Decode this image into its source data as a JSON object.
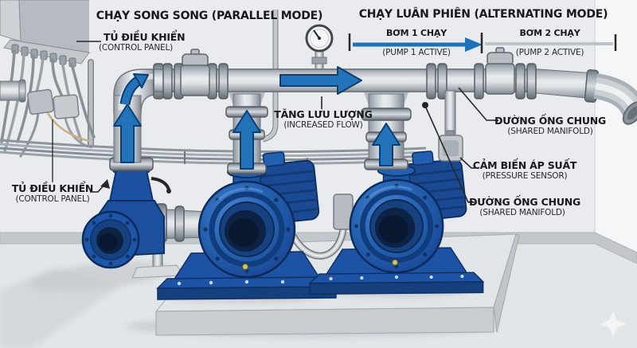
{
  "titles": {
    "parallel": "CHẠY SONG SONG (PARALLEL MODE)",
    "alternating": "CHẠY LUÂN PHIÊN (ALTERNATING MODE)"
  },
  "timeline": {
    "pump1_vi": "BƠM 1 CHẠY",
    "pump1_en": "(PUMP 1 ACTIVE)",
    "pump2_vi": "BƠM 2 CHẠY",
    "pump2_en": "(PUMP 2 ACTIVE)"
  },
  "labels": {
    "control_panel_top": {
      "vi": "TỦ ĐIỀU KHIỂN",
      "en": "(CONTROL PANEL)"
    },
    "control_panel_bottom": {
      "vi": "TỦ ĐIỀU KHIỂN",
      "en": "(CONTROL PANEL)"
    },
    "increased_flow": {
      "vi": "TĂNG LƯU LƯỢNG",
      "en": "(INCREASED FLOW)"
    },
    "shared_manifold_top": {
      "vi": "ĐƯỜNG ỐNG CHUNG",
      "en": "(SHARED MANIFOLD)"
    },
    "pressure_sensor": {
      "vi": "CẢM BIẾN ÁP SUẤT",
      "en": "(PRESSURE SENSOR)"
    },
    "shared_manifold_bottom": {
      "vi": "ĐƯỜNG ỐNG CHUNG",
      "en": "(SHARED MANIFOLD)"
    }
  },
  "palette": {
    "pump_blue": "#1c55a8",
    "pump_blue_dark": "#123a7e",
    "arrow_blue": "#2273ba",
    "arrow_outline": "#0d3e6e",
    "timeline_active": "#1d72b9",
    "timeline_inactive": "#bdc3c9",
    "pipe_gray": "#c6cbd0",
    "wall": "#e9ebee",
    "floor": "#e3e6e9",
    "text_dark": "#17191c"
  },
  "icons": {
    "watermark": "sparkle-icon",
    "gauge": "pressure-gauge-icon"
  }
}
